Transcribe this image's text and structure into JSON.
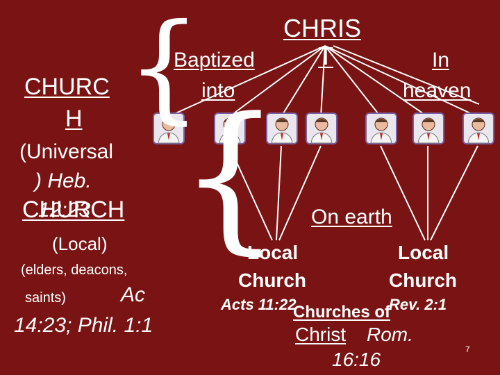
{
  "slide": {
    "christ_text": "CHRIS",
    "christ_text_2": "T",
    "baptized_line1": "Baptized",
    "baptized_line2": "into",
    "heaven_line1": "In",
    "heaven_line2": "heaven",
    "church_line1": "CHURC",
    "church_line2": "H",
    "universal_line1": "(Universal",
    "universal_line2": ")  Heb.",
    "universal_ref": "12:23",
    "church_local_title": "CHURCH",
    "local_paren": "(Local)",
    "elders": "(elders, deacons,",
    "saints": "saints)",
    "ac": "Ac",
    "ref_line": "14:23; Phil. 1:1",
    "on_earth": "On earth",
    "local_left_1": "Local",
    "local_left_2": "Church",
    "acts_ref": "Acts 11:22",
    "local_right_1": "Local",
    "local_right_2": "Church",
    "rev_ref": "Rev. 2:1",
    "churches_of": "Churches of",
    "christ_word": "Christ",
    "rom": "Rom.",
    "rom_ref": "16:16",
    "page_number": "7"
  },
  "colors": {
    "background": "#7a1414",
    "text": "#ffffff"
  },
  "icons": [
    "person-icon"
  ]
}
